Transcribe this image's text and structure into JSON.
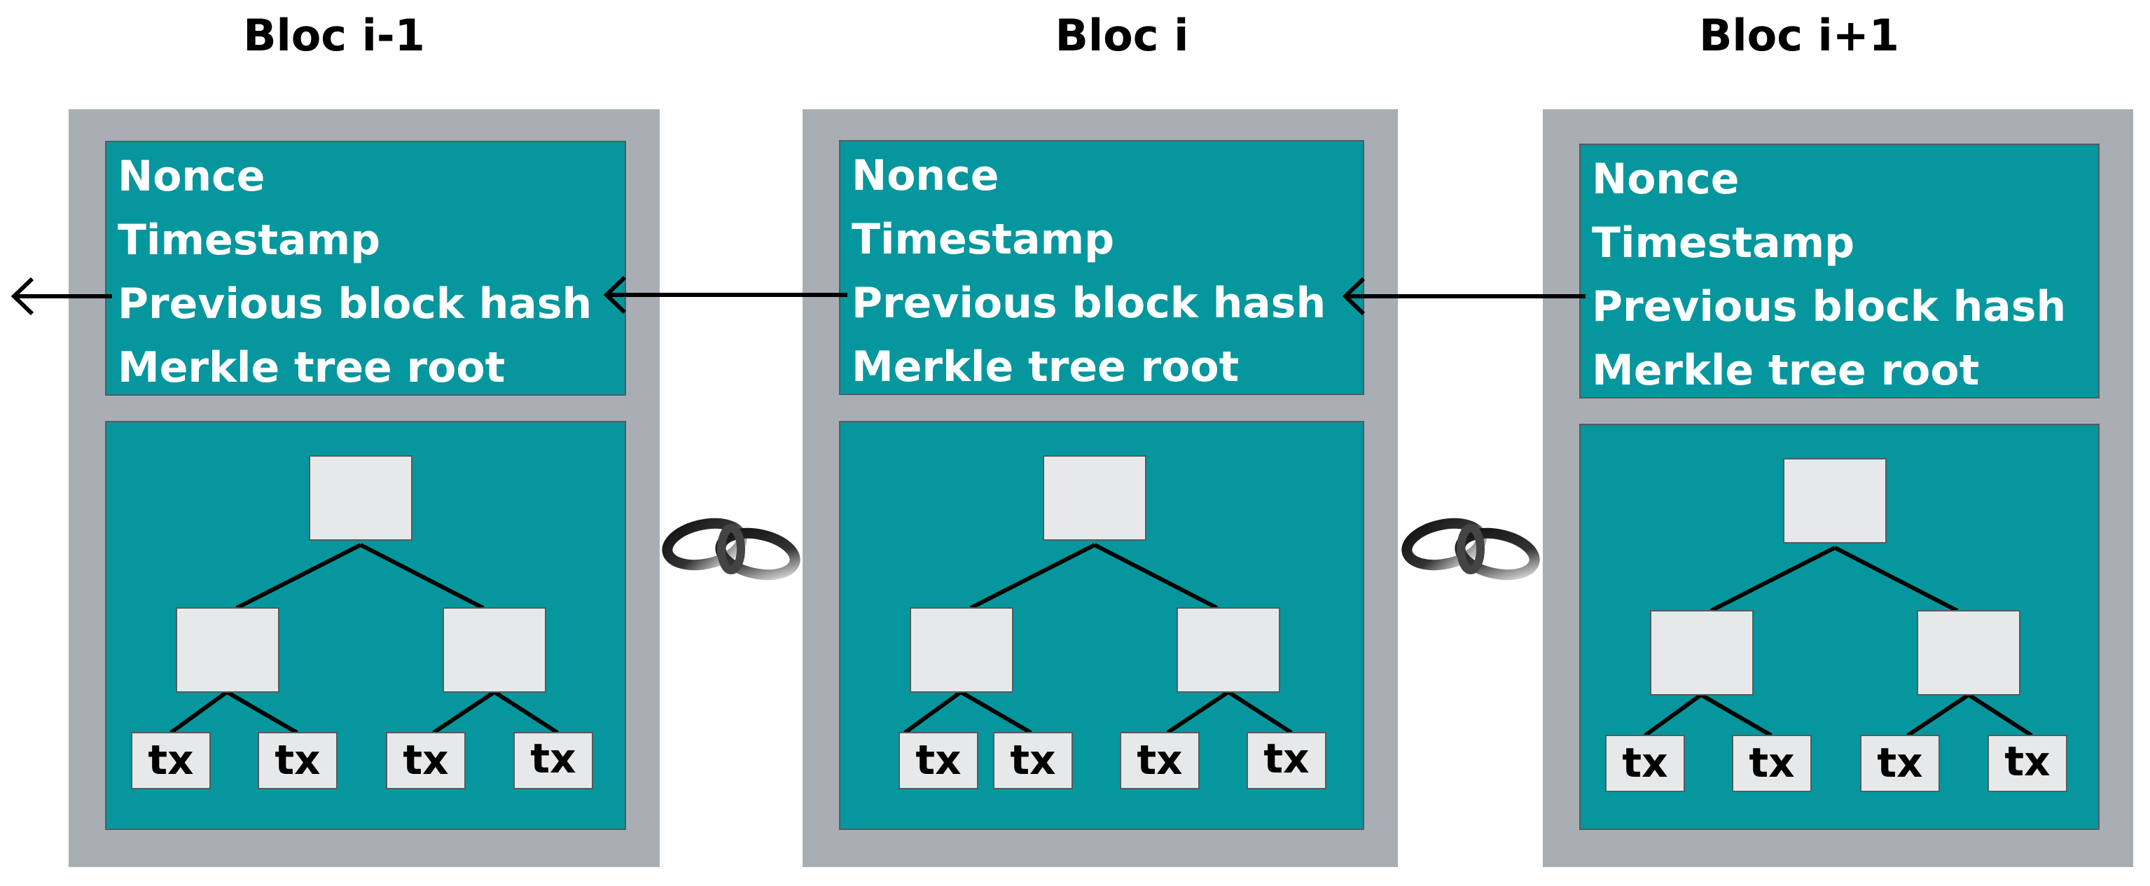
{
  "blocks": [
    {
      "title": "Bloc i-1",
      "header_fields": [
        "Nonce",
        "Timestamp",
        "Previous block hash",
        "Merkle tree root"
      ],
      "leaves": [
        "tx",
        "tx",
        "tx",
        "tx"
      ]
    },
    {
      "title": "Bloc i",
      "header_fields": [
        "Nonce",
        "Timestamp",
        "Previous block hash",
        "Merkle tree root"
      ],
      "leaves": [
        "tx",
        "tx",
        "tx",
        "tx"
      ]
    },
    {
      "title": "Bloc i+1",
      "header_fields": [
        "Nonce",
        "Timestamp",
        "Previous block hash",
        "Merkle tree root"
      ],
      "leaves": [
        "tx",
        "tx",
        "tx",
        "tx"
      ]
    }
  ],
  "links": [
    {
      "from": "Bloc i",
      "to": "Bloc i-1",
      "icon": "chain-link-icon"
    },
    {
      "from": "Bloc i+1",
      "to": "Bloc i",
      "icon": "chain-link-icon"
    }
  ],
  "colors": {
    "block_bg": "#a9adb4",
    "header_bg": "#05979d",
    "node_fill": "#e7e8e9",
    "text_light": "#ffffff",
    "text_dark": "#000000"
  }
}
